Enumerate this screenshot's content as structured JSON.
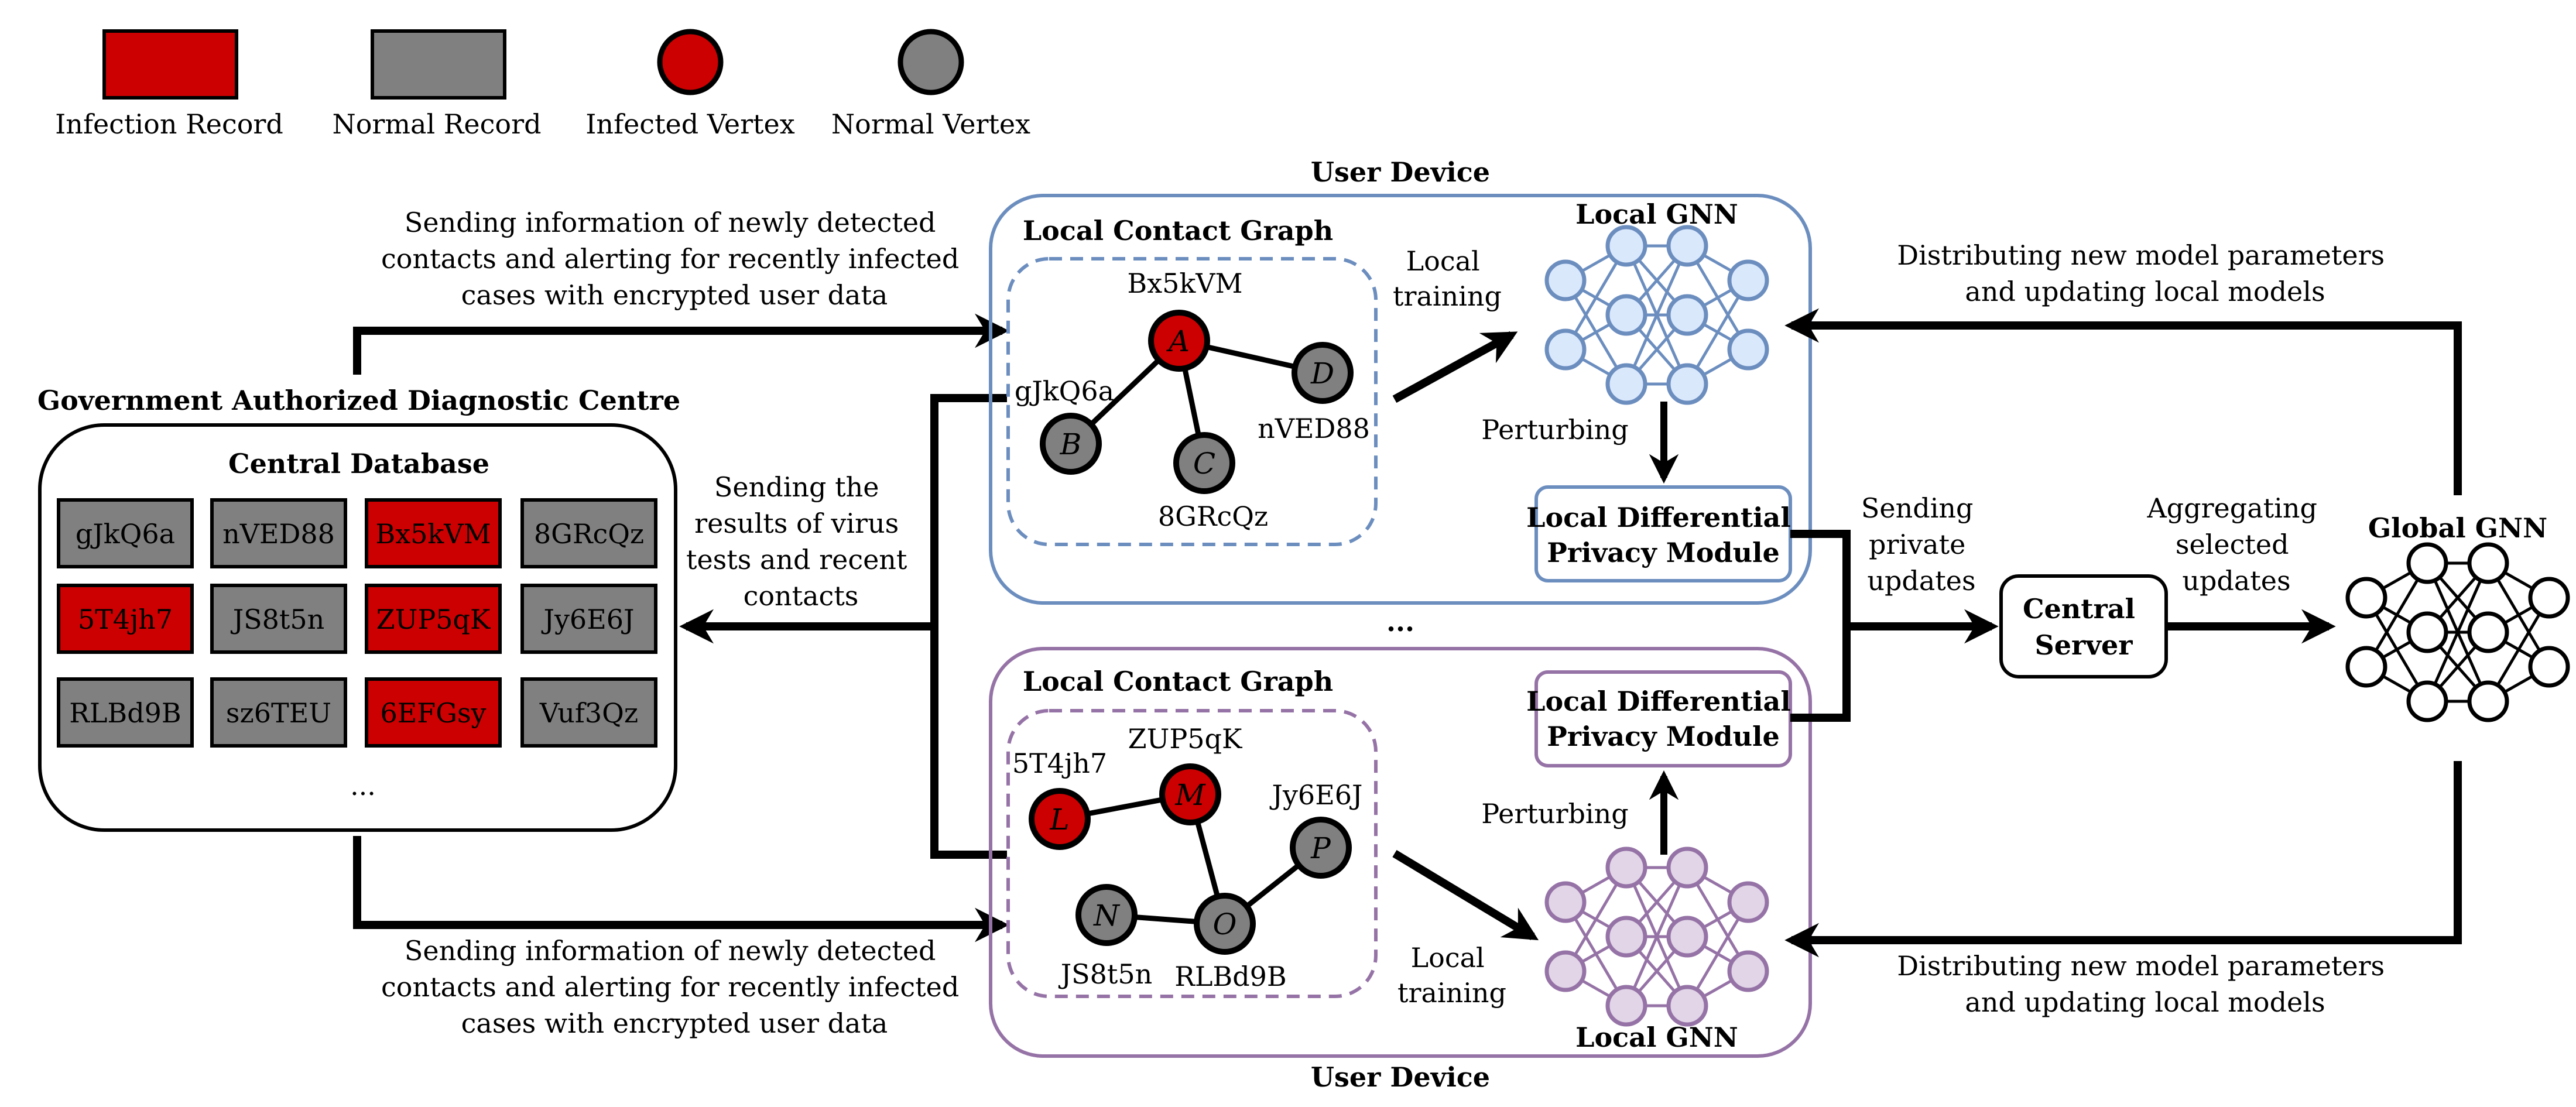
{
  "colors": {
    "infected": "#cc0000",
    "normal": "#808080",
    "device_top_stroke": "#6c8ebf",
    "device_top_fill": "#dae8fc",
    "device_bottom_stroke": "#9673a6",
    "device_bottom_fill": "#e1d5e7",
    "global_stroke": "#000000"
  },
  "legend": {
    "infection_record": "Infection Record",
    "normal_record": "Normal Record",
    "infected_vertex": "Infected Vertex",
    "normal_vertex": "Normal Vertex"
  },
  "centre": {
    "title": "Government Authorized Diagnostic Centre",
    "database_title": "Central Database",
    "ellipsis": "...",
    "records": [
      {
        "id": "gJkQ6a",
        "infected": false
      },
      {
        "id": "nVED88",
        "infected": false
      },
      {
        "id": "Bx5kVM",
        "infected": true
      },
      {
        "id": "8GRcQz",
        "infected": false
      },
      {
        "id": "5T4jh7",
        "infected": true
      },
      {
        "id": "JS8t5n",
        "infected": false
      },
      {
        "id": "ZUP5qK",
        "infected": true
      },
      {
        "id": "Jy6E6J",
        "infected": false
      },
      {
        "id": "RLBd9B",
        "infected": false
      },
      {
        "id": "sz6TEU",
        "infected": false
      },
      {
        "id": "6EFGsy",
        "infected": true
      },
      {
        "id": "Vuf3Qz",
        "infected": false
      }
    ]
  },
  "arrows": {
    "send_top": [
      "Sending information of newly detected",
      "contacts and alerting for recently infected",
      "cases with encrypted user data"
    ],
    "send_bottom": [
      "Sending information of newly detected",
      "contacts and alerting for recently infected",
      "cases with encrypted user data"
    ],
    "results": [
      "Sending the",
      "results of virus",
      "tests and recent",
      "contacts"
    ],
    "distribute_top": [
      "Distributing new model parameters",
      "and updating local models"
    ],
    "distribute_bottom": [
      "Distributing new model parameters",
      "and updating local models"
    ],
    "private_updates": [
      "Sending",
      "private",
      "updates"
    ],
    "aggregating": [
      "Aggregating",
      "selected",
      "updates"
    ]
  },
  "devices": {
    "top": {
      "title": "User Device",
      "graph_title": "Local Contact Graph",
      "gnn_title": "Local GNN",
      "training": [
        "Local",
        "training"
      ],
      "perturbing": "Perturbing",
      "ldp": [
        "Local Differential",
        "Privacy Module"
      ],
      "vertices": [
        {
          "letter": "A",
          "id": "Bx5kVM",
          "infected": true
        },
        {
          "letter": "B",
          "id": "gJkQ6a",
          "infected": false
        },
        {
          "letter": "C",
          "id": "8GRcQz",
          "infected": false
        },
        {
          "letter": "D",
          "id": "nVED88",
          "infected": false
        }
      ],
      "edges": [
        [
          "A",
          "B"
        ],
        [
          "A",
          "C"
        ],
        [
          "A",
          "D"
        ]
      ]
    },
    "ellipsis": "...",
    "bottom": {
      "title": "User Device",
      "graph_title": "Local Contact Graph",
      "gnn_title": "Local GNN",
      "training": [
        "Local",
        "training"
      ],
      "perturbing": "Perturbing",
      "ldp": [
        "Local Differential",
        "Privacy Module"
      ],
      "vertices": [
        {
          "letter": "L",
          "id": "5T4jh7",
          "infected": true
        },
        {
          "letter": "M",
          "id": "ZUP5qK",
          "infected": true
        },
        {
          "letter": "N",
          "id": "JS8t5n",
          "infected": false
        },
        {
          "letter": "O",
          "id": "RLBd9B",
          "infected": false
        },
        {
          "letter": "P",
          "id": "Jy6E6J",
          "infected": false
        }
      ],
      "edges": [
        [
          "L",
          "M"
        ],
        [
          "M",
          "O"
        ],
        [
          "N",
          "O"
        ],
        [
          "O",
          "P"
        ]
      ]
    }
  },
  "server": {
    "label": [
      "Central",
      "Server"
    ]
  },
  "global_gnn": {
    "title": "Global GNN"
  }
}
